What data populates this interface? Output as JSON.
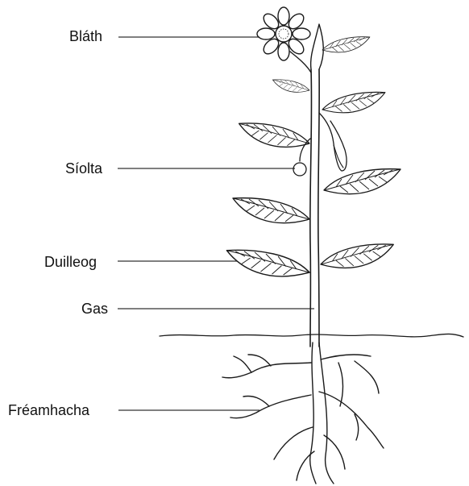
{
  "labels": {
    "flower": "Bláth",
    "seeds": "Síolta",
    "leaf": "Duilleog",
    "stem": "Gas",
    "roots": "Fréamhacha"
  },
  "colors": {
    "ink": "#1a1a1a",
    "background": "#ffffff"
  }
}
